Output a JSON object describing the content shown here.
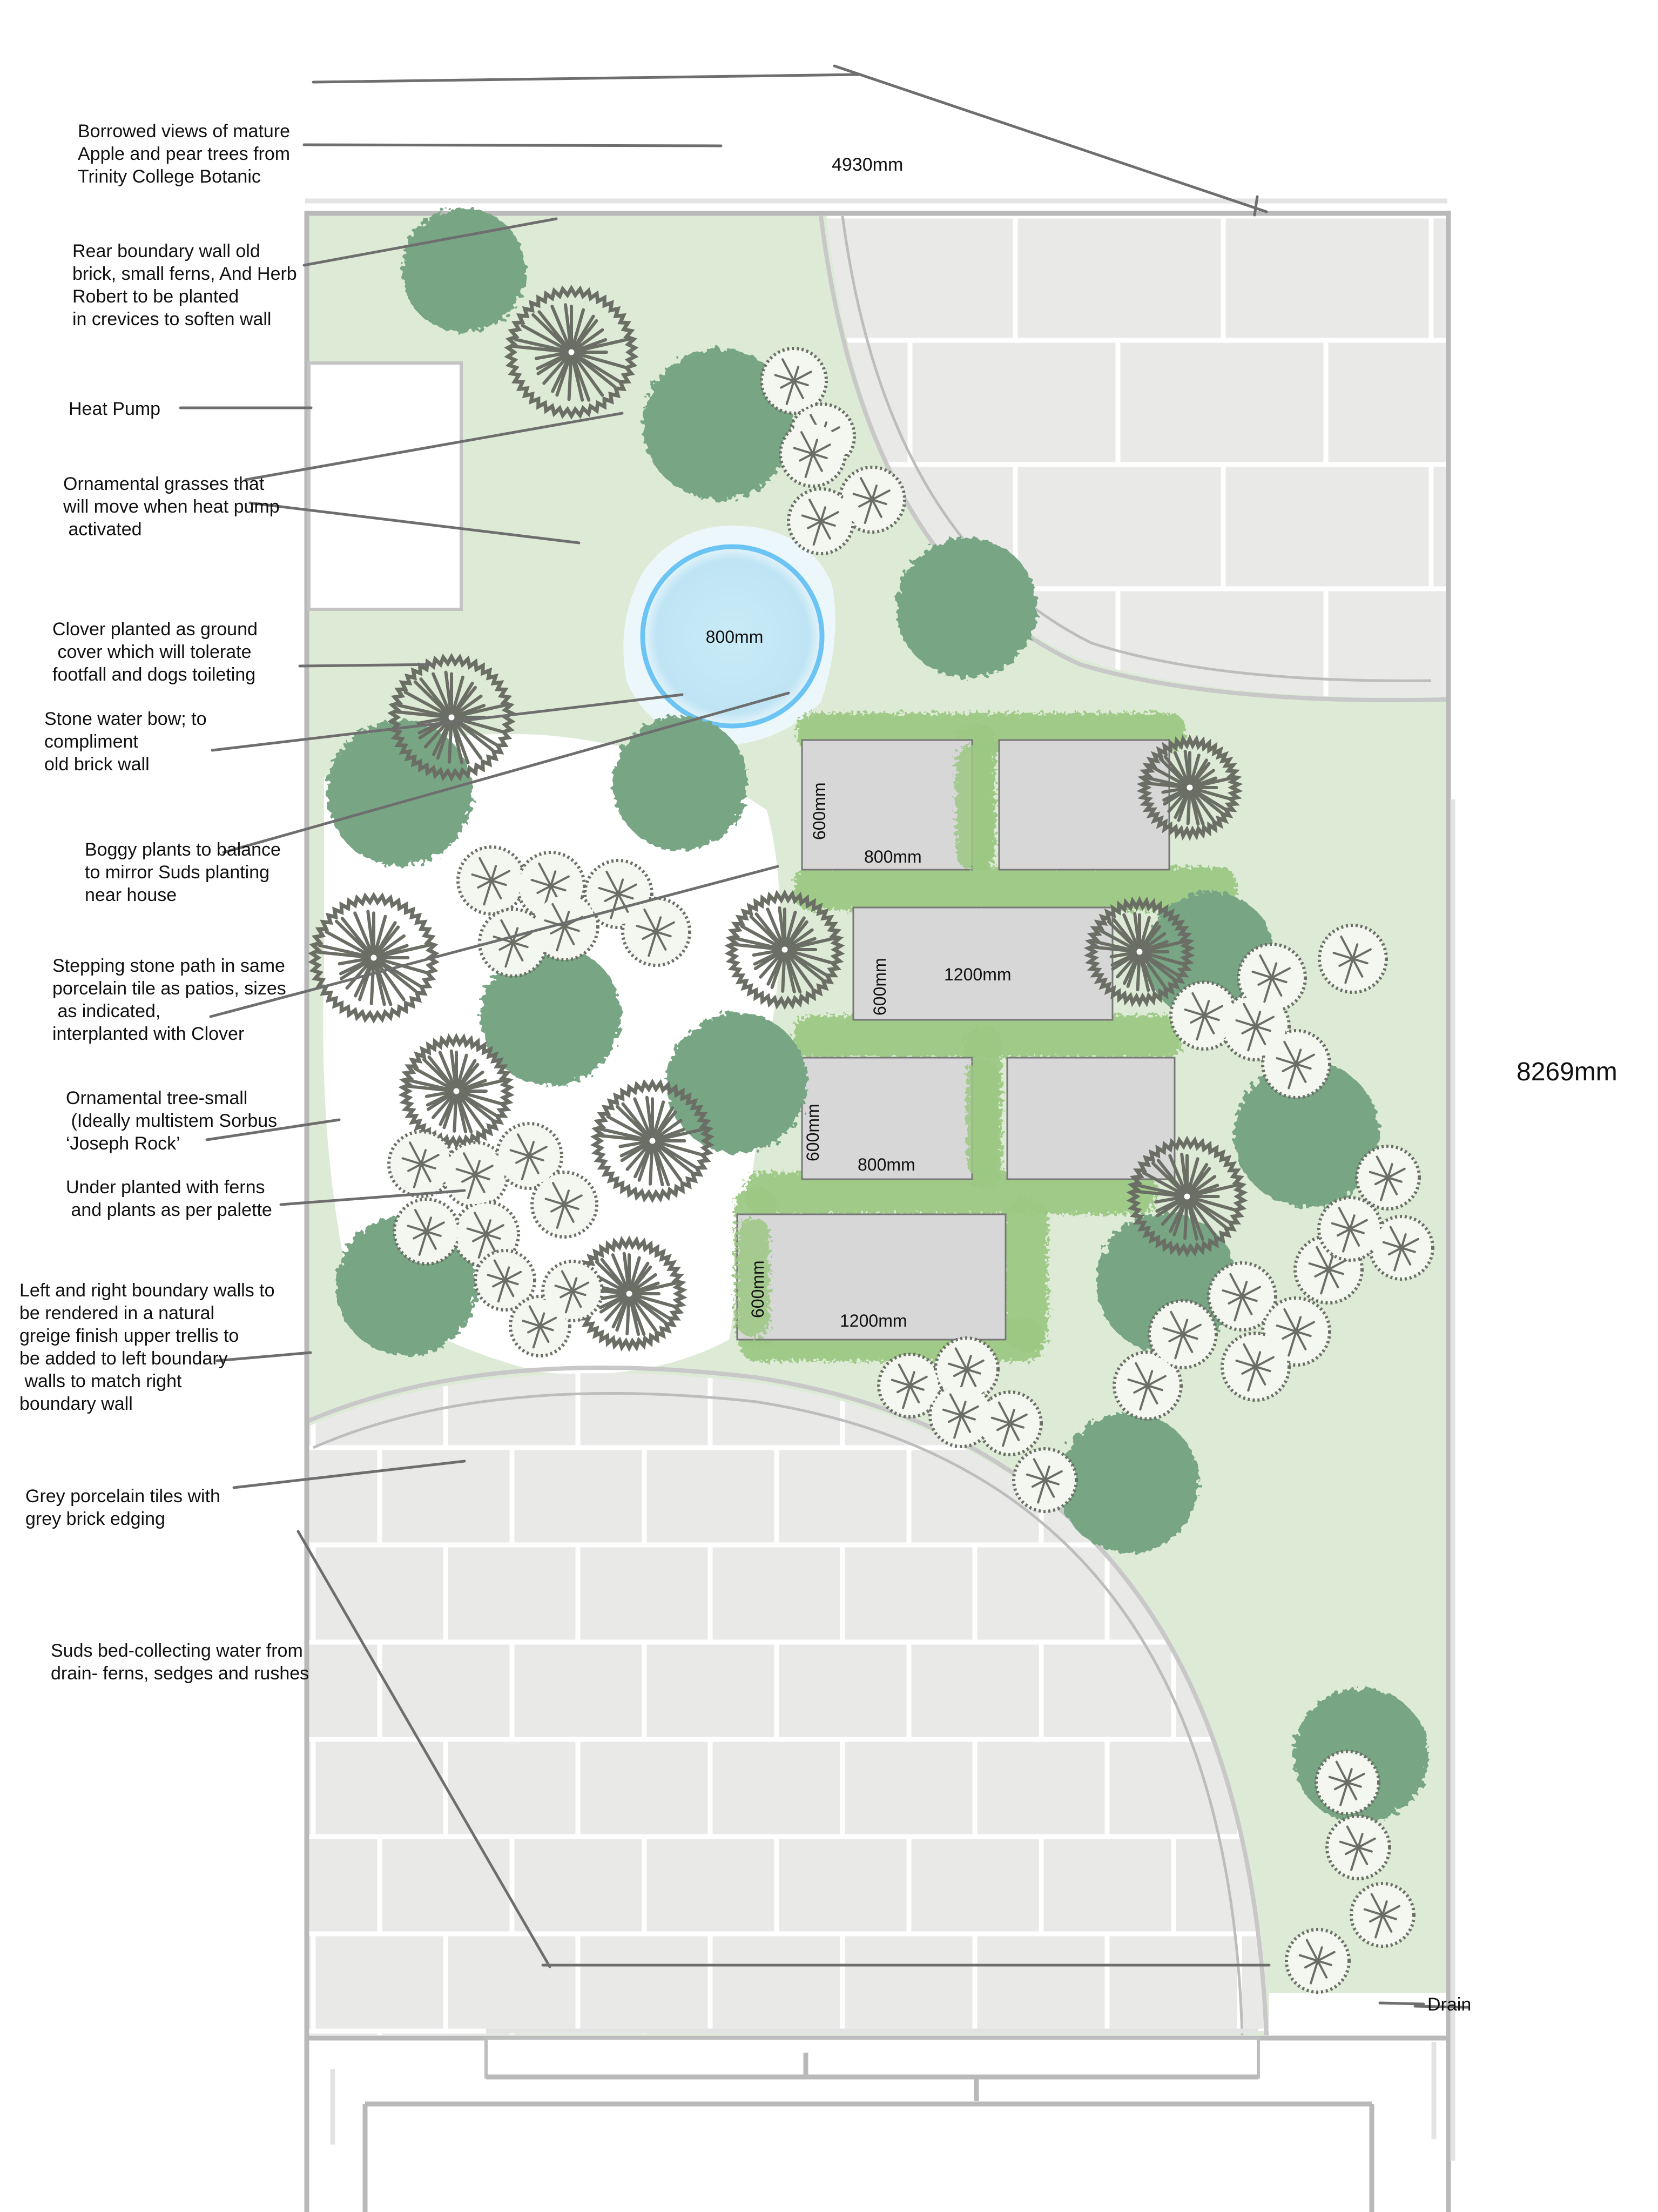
{
  "plan": {
    "colors": {
      "lawn": "#ddebd6",
      "patio": "#e9e9e8",
      "stepping_stone": "#d7d7d7",
      "hedge_clover": "#9cc884",
      "tree": "#78a684",
      "symbol_stroke": "#6b6e65",
      "water": "#c4e7f5",
      "water_ring": "#6cc4f5",
      "wall": "#b9b9b9",
      "leader": "#6e6e6e"
    },
    "dimensions": {
      "width": "4930mm",
      "length": "8269mm",
      "water_bowl": "800mm",
      "stone_row1_height": "600mm",
      "stone_row1_width": "800mm",
      "stone_row2_height": "600mm",
      "stone_row2_width": "1200mm",
      "stone_row3_height": "600mm",
      "stone_row3_width": "800mm",
      "stone_row4_height": "600mm",
      "stone_row4_width": "1200mm"
    },
    "annotations": [
      {
        "id": "borrowed-views",
        "lines": [
          "Borrowed views of mature",
          "Apple and pear trees from",
          "Trinity College Botanic"
        ]
      },
      {
        "id": "rear-wall",
        "lines": [
          "Rear boundary wall old",
          "brick, small ferns, And Herb",
          "Robert to be planted",
          "in crevices to soften wall"
        ]
      },
      {
        "id": "heat-pump",
        "lines": [
          "Heat Pump"
        ]
      },
      {
        "id": "ornamental-grasses",
        "lines": [
          "Ornamental grasses that",
          "will move when heat pump",
          " activated"
        ]
      },
      {
        "id": "clover",
        "lines": [
          "Clover planted as ground",
          " cover which will tolerate",
          "footfall and dogs toileting"
        ]
      },
      {
        "id": "water-bowl",
        "lines": [
          "Stone water bow; to",
          "compliment",
          "old brick wall"
        ]
      },
      {
        "id": "boggy-plants",
        "lines": [
          "Boggy plants to balance",
          "to mirror Suds planting",
          "near house"
        ]
      },
      {
        "id": "stepping-stones",
        "lines": [
          "Stepping stone path in same",
          "porcelain tile as patios, sizes",
          " as indicated,",
          "interplanted with Clover"
        ]
      },
      {
        "id": "ornamental-tree",
        "lines": [
          "Ornamental tree-small",
          " (Ideally multistem Sorbus",
          "‘Joseph Rock’"
        ]
      },
      {
        "id": "under-planted",
        "lines": [
          "Under planted with ferns",
          " and plants as per palette"
        ]
      },
      {
        "id": "boundary-walls",
        "lines": [
          "Left and right boundary walls to",
          "be rendered in a natural",
          "greige finish upper trellis to",
          "be added to left boundary",
          " walls to match right",
          "boundary wall"
        ]
      },
      {
        "id": "porcelain-tiles",
        "lines": [
          "Grey porcelain tiles with",
          "grey brick edging"
        ]
      },
      {
        "id": "suds-bed",
        "lines": [
          "Suds bed-collecting water from",
          "drain- ferns, sedges and rushes"
        ]
      },
      {
        "id": "drain",
        "lines": [
          "Drain"
        ]
      }
    ]
  }
}
